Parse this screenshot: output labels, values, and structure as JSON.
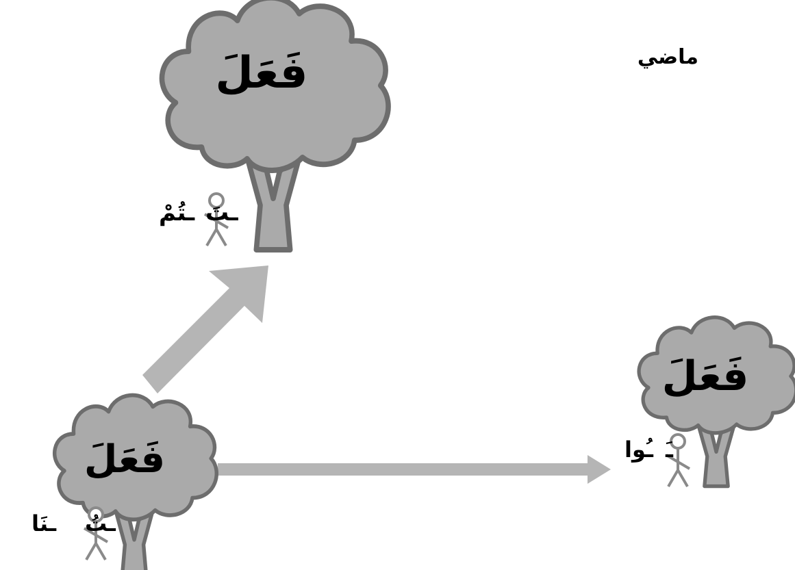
{
  "title": "ماضي",
  "trees": [
    {
      "id": "top",
      "verb": "فَعَلَ",
      "suffixes": [
        "ـتَ",
        "ـتُمْ"
      ]
    },
    {
      "id": "bottom-left",
      "verb": "فَعَلَ",
      "suffixes": [
        "ـتُ",
        "ـنَا"
      ]
    },
    {
      "id": "right",
      "verb": "فَعَلَ",
      "suffixes": [
        "ـَ",
        "ـُوا"
      ]
    }
  ],
  "colors": {
    "tree_fill": "#aaaaaa",
    "tree_stroke": "#6d6d6d",
    "arrow": "#b5b5b5",
    "figure": "#8a8a8a"
  }
}
